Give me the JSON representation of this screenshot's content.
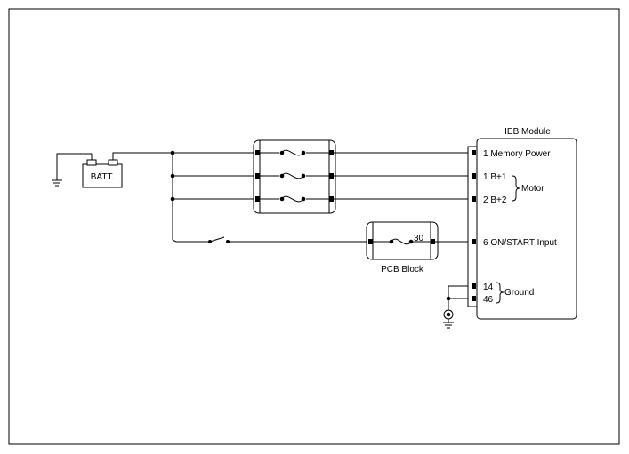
{
  "battery": {
    "label": "BATT."
  },
  "module": {
    "title": "IEB Module",
    "pins": {
      "memory_power": "1 Memory Power",
      "b1": "1 B+1",
      "b2": "2 B+2",
      "on_start": "6 ON/START Input",
      "gnd14": "14",
      "gnd46": "46"
    },
    "groups": {
      "motor": "Motor",
      "ground": "Ground"
    }
  },
  "pcb_block": {
    "label": "PCB Block",
    "terminal": "30"
  }
}
